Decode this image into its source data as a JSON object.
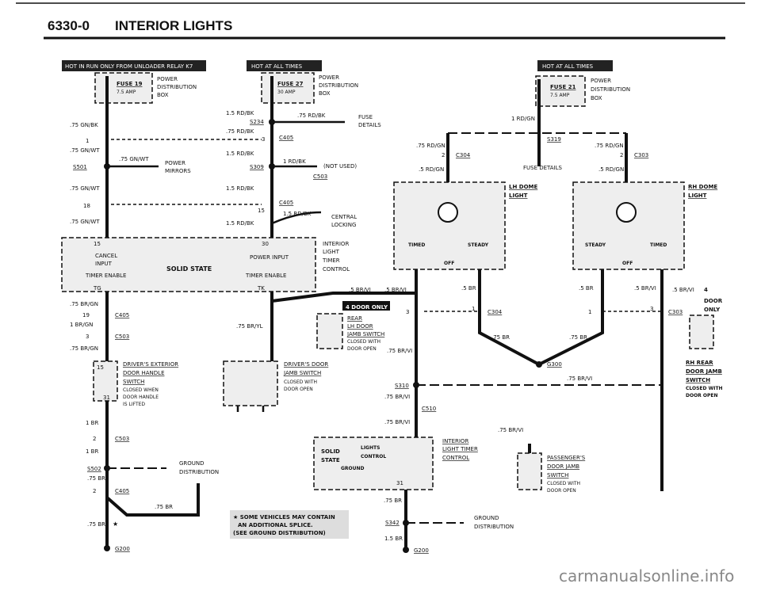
{
  "header": {
    "code": "6330-0",
    "title": "INTERIOR LIGHTS"
  },
  "banners": {
    "left": "HOT IN RUN ONLY FROM UNLOADER RELAY K7",
    "mid": "HOT AT ALL TIMES",
    "right": "HOT AT ALL TIMES"
  },
  "fuses": {
    "f19": {
      "name": "FUSE 19",
      "amp": "7.5 AMP"
    },
    "f27": {
      "name": "FUSE 27",
      "amp": "30 AMP"
    },
    "f21": {
      "name": "FUSE 21",
      "amp": "7.5 AMP"
    },
    "pdb1": "POWER",
    "pdb2": "DISTRIBUTION",
    "pdb3": "BOX"
  },
  "labels": {
    "gnwt": ".75 GN/WT",
    "gnbk": ".75 GN/BK",
    "rdbk15": "1.5 RD/BK",
    "rdbk75": ".75 RD/BK",
    "s234": "S234",
    "s501": "S501",
    "s309": "S309",
    "s310": "S310",
    "s319": "S319",
    "s342": "S342",
    "s502": "S502",
    "c405": "C405",
    "c503": "C503",
    "c304": "C304",
    "c303": "C303",
    "c510": "C510",
    "g200": "G200",
    "g300": "G300",
    "fuse_details1": "FUSE",
    "fuse_details2": "DETAILS",
    "fuse_details": "FUSE DETAILS",
    "power_mirrors1": "POWER",
    "power_mirrors2": "MIRRORS",
    "rdbk1": "1 RD/BK",
    "not_used": "(NOT USED)",
    "central1": "CENTRAL",
    "central2": "LOCKING",
    "n1": "1",
    "n2": "2",
    "n3": "3",
    "n4": "4",
    "n15": "15",
    "n18": "18",
    "n19": "19",
    "n30": "30",
    "n31": "31",
    "tk": "TK",
    "tg": "TG",
    "itc1": "INTERIOR",
    "itc2": "LIGHT",
    "itc3": "TIMER",
    "itc4": "CONTROL",
    "cancel": "CANCEL",
    "input": "INPUT",
    "solid_state": "SOLID STATE",
    "power_input": "POWER INPUT",
    "timer_enable": "TIMER ENABLE",
    "brvi": ".5 BR/VI",
    "brvi75": ".75 BR/VI",
    "brgn": ".75 BR/GN",
    "brgn1": "1 BR/GN",
    "bryl": ".75 BR/YL",
    "br": ".5 BR",
    "br75": ".75 BR",
    "br1": "1 BR",
    "br15": "1.5 BR",
    "rdgn": ".75 RD/GN",
    "rdgn1": "1 RD/GN",
    "rdgn5": ".5 RD/GN",
    "lh_dome1": "LH DOME",
    "lh_dome2": "LIGHT",
    "rh_dome1": "RH DOME",
    "rh_dome2": "LIGHT",
    "timed": "TIMED",
    "steady": "STEADY",
    "off": "OFF",
    "four_door": "4 DOOR ONLY",
    "door_only1": "DOOR",
    "door_only2": "ONLY",
    "rear1": "REAR",
    "rear2": "LH DOOR",
    "rear3": "JAMB SWITCH",
    "rear4": "CLOSED WITH",
    "rear5": "DOOR OPEN",
    "drv_ext1": "DRIVER'S EXTERIOR",
    "drv_ext2": "DOOR HANDLE",
    "drv_ext3": "SWITCH",
    "drv_ext4": "CLOSED WHEN",
    "drv_ext5": "DOOR HANDLE",
    "drv_ext6": "IS LIFTED",
    "drv_jamb1": "DRIVER'S DOOR",
    "drv_jamb2": "JAMB SWITCH",
    "drv_jamb3": "CLOSED WITH",
    "drv_jamb4": "DOOR OPEN",
    "rh_rear1": "RH REAR",
    "rh_rear2": "DOOR JAMB",
    "rh_rear3": "SWITCH",
    "rh_rear4": "CLOSED WITH",
    "rh_rear5": "DOOR OPEN",
    "pass1": "PASSENGER'S",
    "pass2": "DOOR JAMB",
    "pass3": "SWITCH",
    "pass4": "CLOSED WITH",
    "pass5": "DOOR OPEN",
    "gd1": "GROUND",
    "gd2": "DISTRIBUTION",
    "ilt1": "INTERIOR",
    "ilt2": "LIGHT TIMER",
    "ilt3": "CONTROL",
    "lights": "LIGHTS",
    "control": "CONTROL",
    "ground": "GROUND",
    "solid": "SOLID",
    "state": "STATE",
    "note1": "★ SOME VEHICLES MAY CONTAIN",
    "note2": "AN ADDITIONAL SPLICE.",
    "note3": "(SEE GROUND DISTRIBUTION)",
    "star": "★"
  },
  "footer": {
    "watermark": "carmanualsonline.info"
  }
}
